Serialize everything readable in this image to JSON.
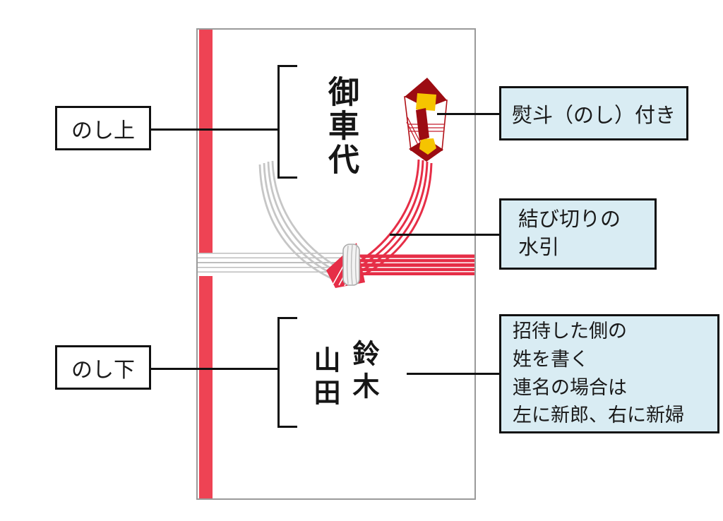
{
  "diagram": {
    "envelope": {
      "noshi_ue_text": "御車代",
      "name_right": "鈴木",
      "name_left": "山田"
    },
    "callouts": {
      "noshi_ue": "のし上",
      "noshi_shita": "のし下",
      "noshi_attached": "熨斗（のし）付き",
      "mizuhiki": "結び切りの\n水引",
      "naming_note": "招待した側の\n姓を書く\n連名の場合は\n左に新郎、右に新婦"
    },
    "colors": {
      "stripe_red": "#ee4354",
      "cord_red": "#e62e47",
      "cord_silver": "#c6c6c6",
      "noshi_maroon": "#9c0c12",
      "noshi_gold": "#f5c400",
      "callout_blue": "#d9ecf3",
      "envelope_border_gray": "#9a9a9a",
      "line_black": "#111111"
    }
  }
}
